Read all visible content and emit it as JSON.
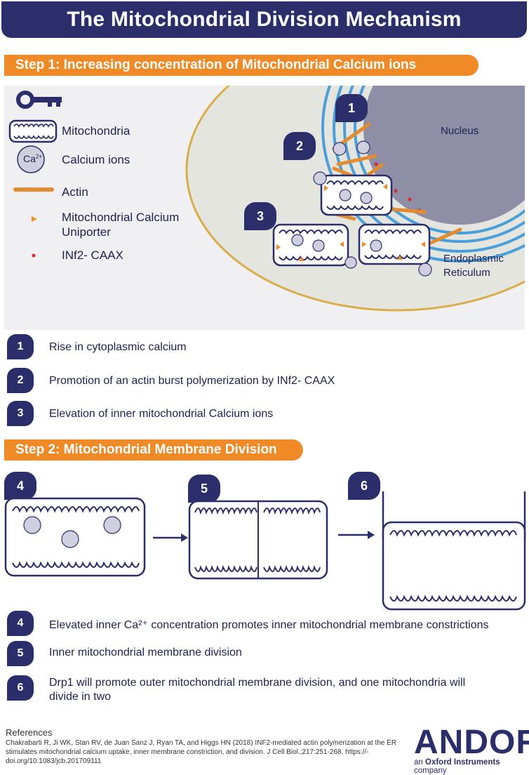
{
  "title": "The Mitochondrial Division Mechanism",
  "step1": {
    "heading": "Step 1: Increasing concentration of Mitochondrial Calcium ions",
    "legend": {
      "mitochondria": "Mitochondria",
      "calcium": "Calcium ions",
      "actin": "Actin",
      "uniporter_line1": "Mitochondrial Calcium",
      "uniporter_line2": "Uniporter",
      "infcaax": "INf2- CAAX"
    },
    "cell_labels": {
      "nucleus": "Nucleus",
      "er_line1": "Endoplasmic",
      "er_line2": "Reticulum"
    },
    "badges": [
      "1",
      "2",
      "3"
    ],
    "items": [
      {
        "num": "1",
        "text": "Rise in cytoplasmic calcium"
      },
      {
        "num": "2",
        "text": "Promotion of an actin burst polymerization by INf2- CAAX"
      },
      {
        "num": "3",
        "text": "Elevation of inner mitochondrial Calcium ions"
      }
    ]
  },
  "step2": {
    "heading": "Step 2: Mitochondrial Membrane Division",
    "badges": [
      "4",
      "5",
      "6"
    ],
    "items": [
      {
        "num": "4",
        "text": "Elevated inner Ca²⁺ concentration promotes inner mitochondrial membrane constrictions"
      },
      {
        "num": "5",
        "text": "Inner mitochondrial membrane division"
      },
      {
        "num": "6",
        "text_line1": "Drp1 will promote outer mitochondrial membrane division, and one mitochondria will",
        "text_line2": "divide in two"
      }
    ]
  },
  "ion_label": "Ca",
  "ion_charge": "2+",
  "references": {
    "title": "References",
    "line1": "Chakrabarti R, Ji WK, Stan RV, de Juan Sanz J, Ryan TA, and  Higgs HN (2018) INF2-mediated actin polymerization at the ER",
    "line2": "stimulates mitochondrial calcium uptake, inner membrane constriction, and division. J Cell Biol.;217:251-268.  https://-",
    "line3": "doi.org/10.1083/jcb.201709111"
  },
  "logo": {
    "name": "ANDOR",
    "sub_prefix": "an ",
    "sub_brand": "Oxford Instruments",
    "sub_suffix": " company"
  },
  "colors": {
    "navy": "#2b2e6b",
    "orange": "#f08a27",
    "nucleus": "#8e8ea6",
    "er": "#4a9fd8",
    "cytoplasm": "#e4e5de",
    "membrane_gold": "#d8ad4a"
  }
}
